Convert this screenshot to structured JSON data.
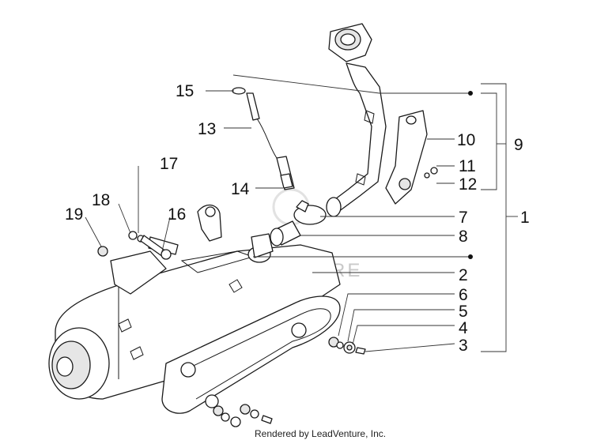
{
  "diagram": {
    "callouts": {
      "c1": "1",
      "c2": "2",
      "c3": "3",
      "c4": "4",
      "c5": "5",
      "c6": "6",
      "c7": "7",
      "c8": "8",
      "c9": "9",
      "c10": "10",
      "c11": "11",
      "c12": "12",
      "c13": "13",
      "c14": "14",
      "c15": "15",
      "c16": "16",
      "c17": "17",
      "c18": "18",
      "c19": "19"
    },
    "watermark": "LEADVENTURE",
    "footer": "Rendered by LeadVenture, Inc.",
    "colors": {
      "line": "#1a1a1a",
      "shade": "#e6e6e6",
      "watermark": "#c9c9c9"
    }
  }
}
